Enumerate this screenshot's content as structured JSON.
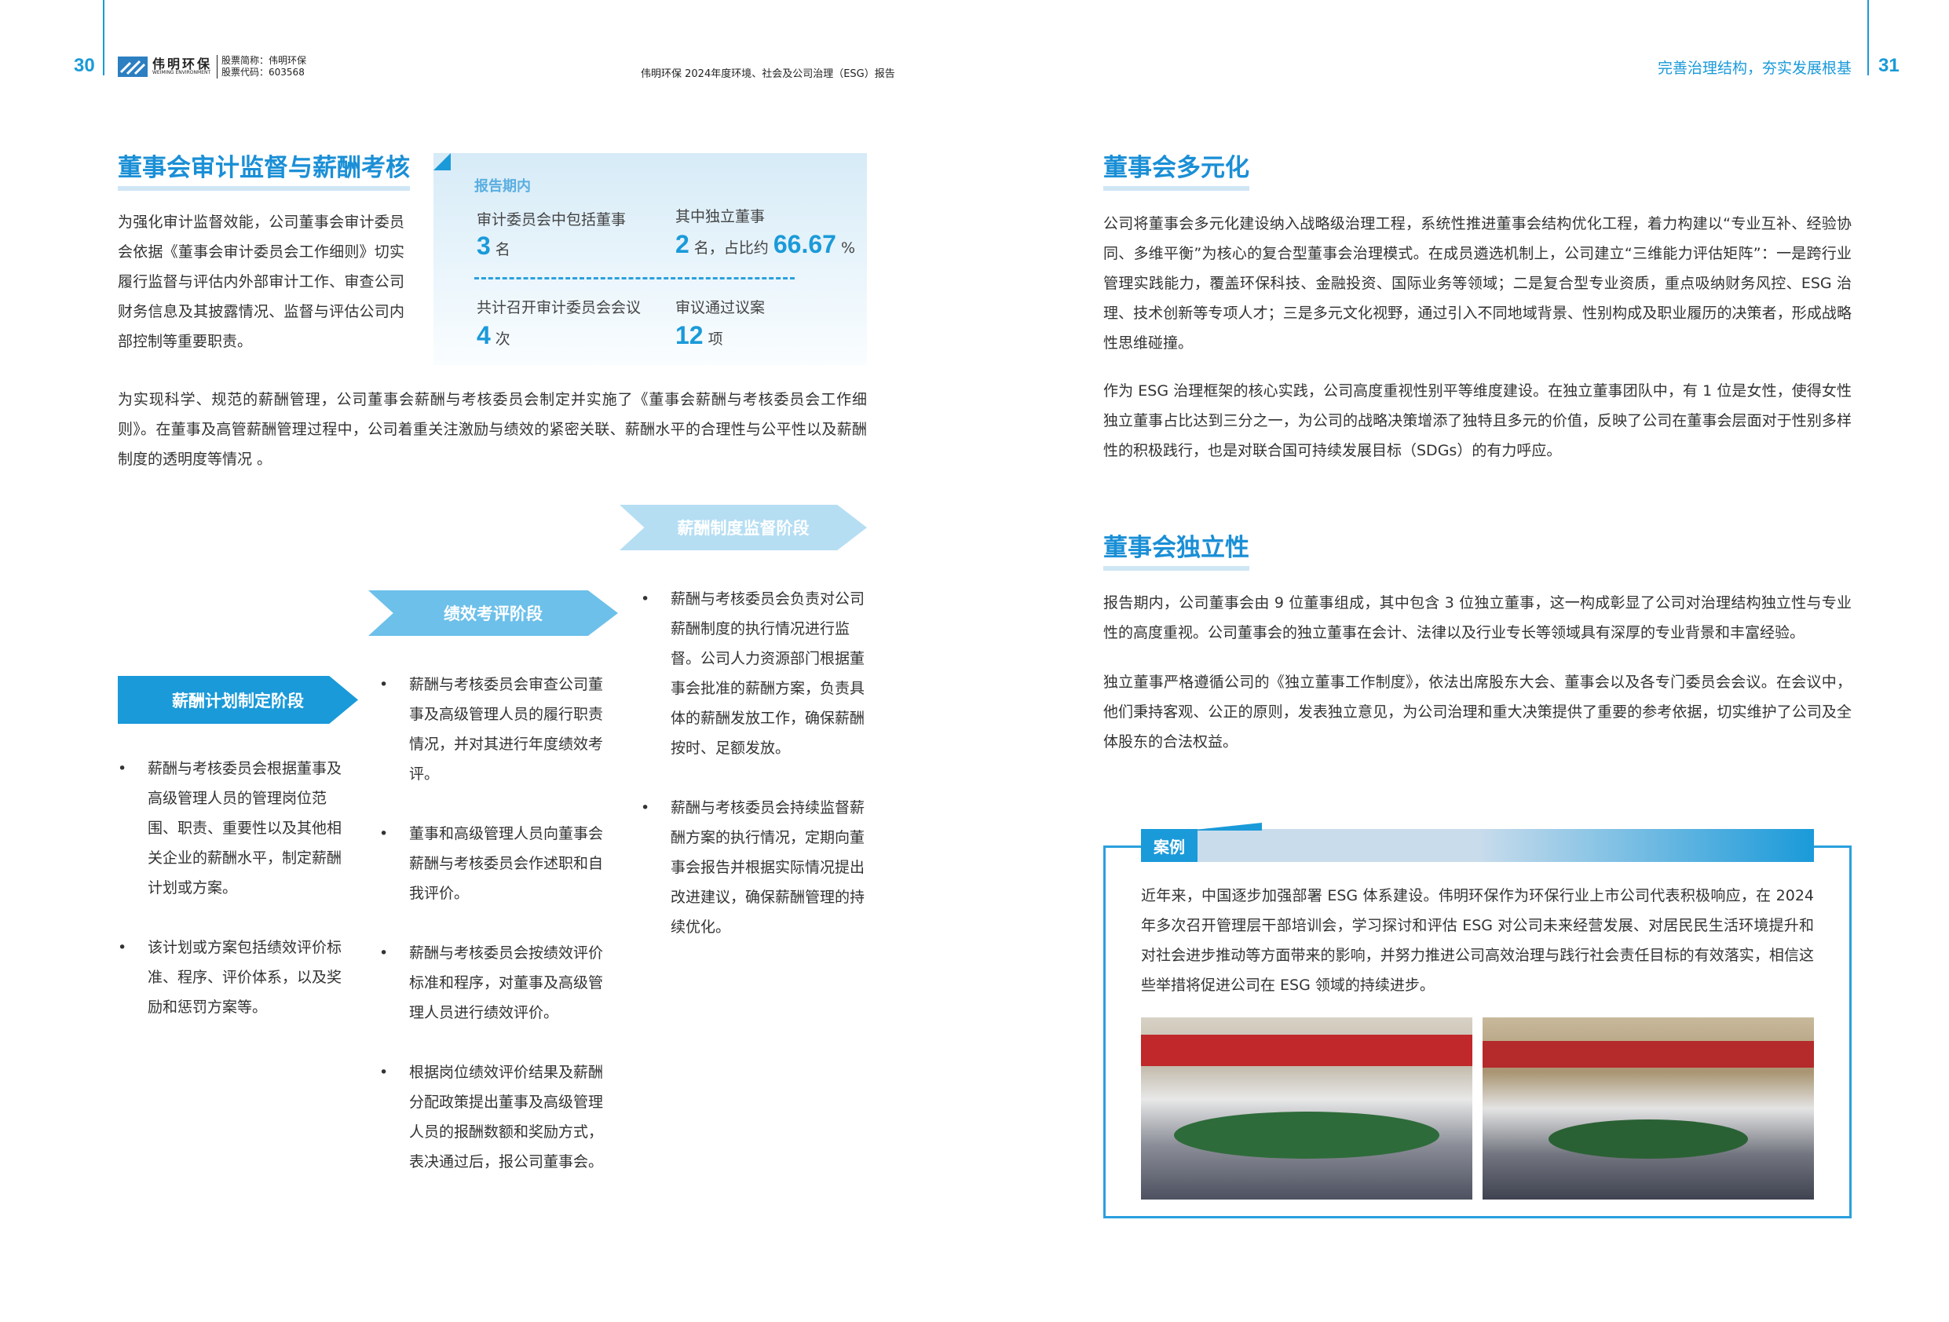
{
  "header": {
    "left_page": "30",
    "logo_cn": "伟明环保",
    "logo_en": "WEIMING ENVIRONMENT",
    "stock_name": "股票简称：伟明环保",
    "stock_code": "股票代码：603568",
    "report_title": "伟明环保 2024年度环境、社会及公司治理（ESG）报告",
    "section_title": "完善治理结构，夯实发展根基",
    "right_page": "31"
  },
  "left": {
    "title": "董事会审计监督与薪酬考核",
    "intro": "为强化审计监督效能，公司董事会审计委员会依据《董事会审计委员会工作细则》切实履行监督与评估内外部审计工作、审查公司财务信息及其披露情况、监督与评估公司内部控制等重要职责。",
    "stats": {
      "period": "报告期内",
      "items": [
        {
          "label": "审计委员会中包括董事",
          "value": "3",
          "unit": "名"
        },
        {
          "label": "其中独立董事",
          "value": "2",
          "unit": "名，占比约",
          "extra": "66.67",
          "extra_unit": "%"
        },
        {
          "label": "共计召开审计委员会会议",
          "value": "4",
          "unit": "次"
        },
        {
          "label": "审议通过议案",
          "value": "12",
          "unit": "项"
        }
      ]
    },
    "para2": "为实现科学、规范的薪酬管理，公司董事会薪酬与考核委员会制定并实施了《董事会薪酬与考核委员会工作细则》。在董事及高管薪酬管理过程中，公司着重关注激励与绩效的紧密关联、薪酬水平的合理性与公平性以及薪酬制度的透明度等情况 。",
    "stages": [
      {
        "label": "薪酬计划制定阶段",
        "bullets": [
          "薪酬与考核委员会根据董事及高级管理人员的管理岗位范围、职责、重要性以及其他相关企业的薪酬水平，制定薪酬计划或方案。",
          "该计划或方案包括绩效评价标准、程序、评价体系，以及奖励和惩罚方案等。"
        ]
      },
      {
        "label": "绩效考评阶段",
        "bullets": [
          "薪酬与考核委员会审查公司董事及高级管理人员的履行职责情况，并对其进行年度绩效考评。",
          "董事和高级管理人员向董事会薪酬与考核委员会作述职和自我评价。",
          "薪酬与考核委员会按绩效评价标准和程序，对董事及高级管理人员进行绩效评价。",
          "根据岗位绩效评价结果及薪酬分配政策提出董事及高级管理人员的报酬数额和奖励方式，表决通过后，报公司董事会。"
        ]
      },
      {
        "label": "薪酬制度监督阶段",
        "bullets": [
          "薪酬与考核委员会负责对公司薪酬制度的执行情况进行监督。公司人力资源部门根据董事会批准的薪酬方案，负责具体的薪酬发放工作，确保薪酬按时、足额发放。",
          "薪酬与考核委员会持续监督薪酬方案的执行情况，定期向董事会报告并根据实际情况提出改进建议，确保薪酬管理的持续优化。"
        ]
      }
    ]
  },
  "right": {
    "diversity_title": "董事会多元化",
    "diversity_p1": "公司将董事会多元化建设纳入战略级治理工程，系统性推进董事会结构优化工程，着力构建以“专业互补、经验协同、多维平衡”为核心的复合型董事会治理模式。在成员遴选机制上，公司建立“三维能力评估矩阵”：一是跨行业管理实践能力，覆盖环保科技、金融投资、国际业务等领域；二是复合型专业资质，重点吸纳财务风控、ESG 治理、技术创新等专项人才；三是多元文化视野，通过引入不同地域背景、性别构成及职业履历的决策者，形成战略性思维碰撞。",
    "diversity_p2": "作为 ESG 治理框架的核心实践，公司高度重视性别平等维度建设。在独立董事团队中，有 1 位是女性，使得女性独立董事占比达到三分之一，为公司的战略决策增添了独特且多元的价值，反映了公司在董事会层面对于性别多样性的积极践行，也是对联合国可持续发展目标（SDGs）的有力呼应。",
    "independence_title": "董事会独立性",
    "independence_p1": "报告期内，公司董事会由 9 位董事组成，其中包含 3 位独立董事，这一构成彰显了公司对治理结构独立性与专业性的高度重视。公司董事会的独立董事在会计、法律以及行业专长等领域具有深厚的专业背景和丰富经验。",
    "independence_p2": "独立董事严格遵循公司的《独立董事工作制度》，依法出席股东大会、董事会以及各专门委员会会议。在会议中，他们秉持客观、公正的原则，发表独立意见，为公司治理和重大决策提供了重要的参考依据，切实维护了公司及全体股东的合法权益。",
    "case": {
      "tag": "案例",
      "text": "近年来，中国逐步加强部署 ESG 体系建设。伟明环保作为环保行业上市公司代表积极响应，在 2024 年多次召开管理层干部培训会，学习探讨和评估 ESG 对公司未来经营发展、对居民民生活环境提升和对社会进步推动等方面带来的影响，并努力推进公司高效治理与践行社会责任目标的有效落实，相信这些举措将促进公司在 ESG 领域的持续进步。"
    }
  },
  "colors": {
    "accent": "#1a9ad9",
    "light": "#cfe6f5",
    "arrow": "#6cc0ea",
    "arrow_light": "#b5def3"
  }
}
